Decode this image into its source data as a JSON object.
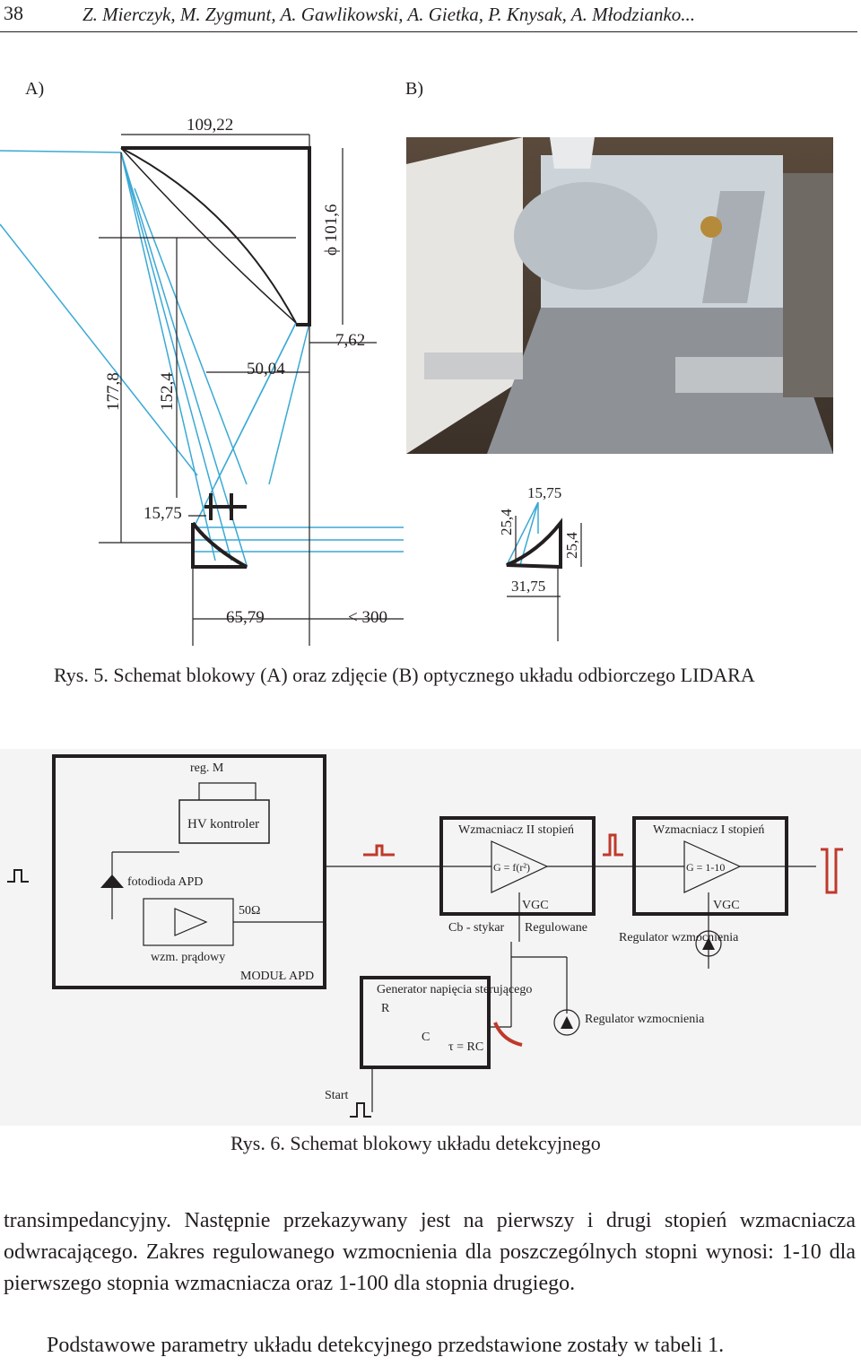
{
  "header": {
    "page_number": "38",
    "authors": "Z. Mierczyk, M. Zygmunt, A. Gawlikowski, A. Gietka, P. Knysak, A. Młodzianko..."
  },
  "figure5": {
    "label_a": "A)",
    "label_b": "B)",
    "dims": {
      "d109": "109,22",
      "d101": "ϕ 101,6",
      "d762": "7,62",
      "d5004": "50,04",
      "d1778": "177,8",
      "d1524": "152,4",
      "d1575a": "15,75",
      "d1575b": "15,75",
      "d254a": "25,4",
      "d254b": "25,4",
      "d3175": "31,75",
      "d6579": "65,79",
      "d300": "< 300"
    },
    "caption": "Rys. 5. Schemat blokowy (A) oraz zdjęcie (B) optycznego układu odbiorczego LIDARA"
  },
  "figure6": {
    "reg_m": "reg. M",
    "hv": "HV kontroler",
    "photodiode": "fotodioda APD",
    "ohm": "50Ω",
    "wzm": "wzm. prądowy",
    "module": "MODUŁ APD",
    "amp2_title": "Wzmacniacz II stopień",
    "amp2_g": "G = f(r²)",
    "amp1_title": "Wzmacniacz I stopień",
    "amp1_g": "G = 1-10",
    "vgc1": "VGC",
    "vgc2": "VGC",
    "cb": "Cb - stykar",
    "regulowane": "Regulowane",
    "reg_wzm1": "Regulator wzmocnienia",
    "reg_wzm2": "Regulator wzmocnienia",
    "gen": "Generator napięcia sterującego",
    "r": "R",
    "c": "C",
    "tau": "τ = RC",
    "start": "Start",
    "caption": "Rys. 6. Schemat blokowy układu detekcyjnego"
  },
  "body": {
    "para1": "transimpedancyjny. Następnie przekazywany jest na pierwszy i drugi stopień wzmacniacza odwracającego. Zakres regulowanego wzmocnienia dla poszczególnych stopni wynosi: 1-10 dla pierwszego stopnia wzmacniacza oraz 1-100 dla stopnia drugiego.",
    "para2": "Podstawowe parametry układu detekcyjnego przedstawione zostały w tabeli 1."
  },
  "colors": {
    "ray": "#3aa9d4",
    "signal": "#c0392b",
    "ink": "#231f20"
  }
}
